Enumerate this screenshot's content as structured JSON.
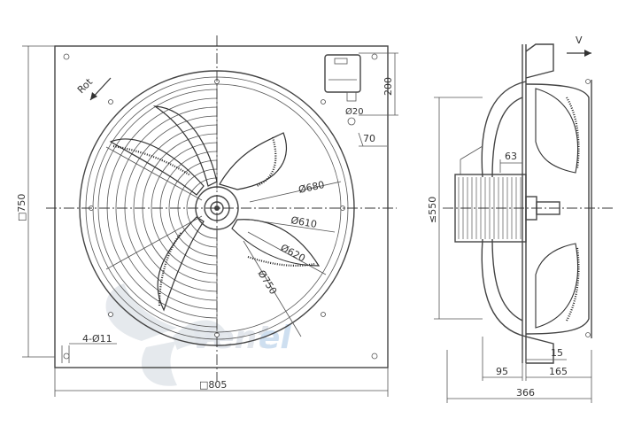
{
  "front_view": {
    "rotation_label": "Rot",
    "frame_size_label": "□805",
    "height_label": "□750",
    "hole_label": "4-Ø11",
    "diameters": {
      "d680": "Ø680",
      "d610": "Ø610",
      "d620": "Ø620",
      "d750": "Ø750"
    },
    "terminal_box": {
      "cable_gland_label": "Ø20",
      "height_label": "200",
      "offset_label": "70"
    }
  },
  "side_view": {
    "airflow_label": "V",
    "motor_offset_label": "63",
    "depth_label": "≤550",
    "flange_label": "15",
    "dim_95": "95",
    "dim_165": "165",
    "total_depth_label": "366"
  },
  "watermark": {
    "text_a": "Vent",
    "text_b": "el"
  },
  "colors": {
    "line": "#444444",
    "watermark": "#dfe4ea",
    "watermark_accent": "#c9dcef"
  }
}
